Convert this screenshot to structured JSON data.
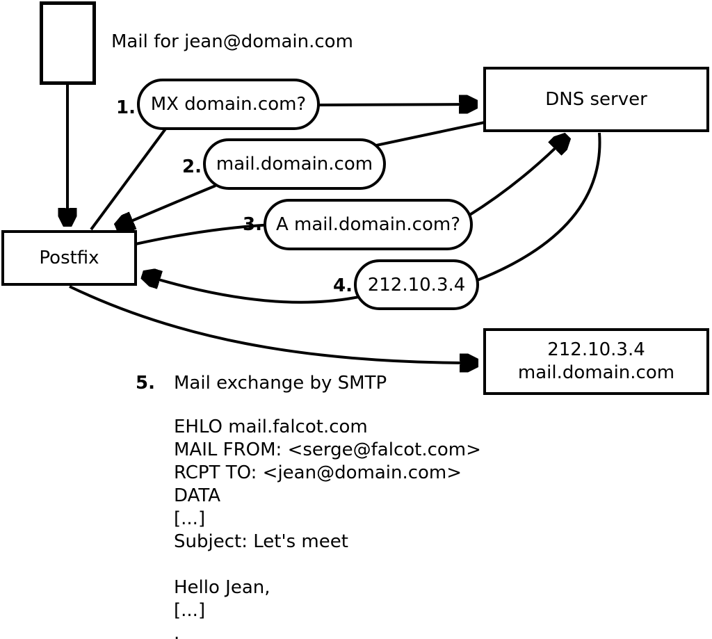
{
  "diagram": {
    "note": "Mail for jean@domain.com",
    "nodes": {
      "postfix": {
        "label": "Postfix"
      },
      "dns": {
        "label": "DNS server"
      },
      "mailserver": {
        "line1": "212.10.3.4",
        "line2": "mail.domain.com"
      }
    },
    "steps": [
      {
        "num": "1.",
        "label": "MX domain.com?"
      },
      {
        "num": "2.",
        "label": "mail.domain.com"
      },
      {
        "num": "3.",
        "label": "A mail.domain.com?"
      },
      {
        "num": "4.",
        "label": "212.10.3.4"
      },
      {
        "num": "5.",
        "label": "Mail exchange by SMTP"
      }
    ],
    "smtp_session": [
      "EHLO mail.falcot.com",
      "MAIL FROM: <serge@falcot.com>",
      "RCPT TO: <jean@domain.com>",
      "DATA",
      "[...]",
      "Subject: Let's meet",
      "",
      "Hello Jean,",
      "[...]",
      "."
    ],
    "colors": {
      "stroke": "#000000",
      "background": "#ffffff"
    }
  }
}
